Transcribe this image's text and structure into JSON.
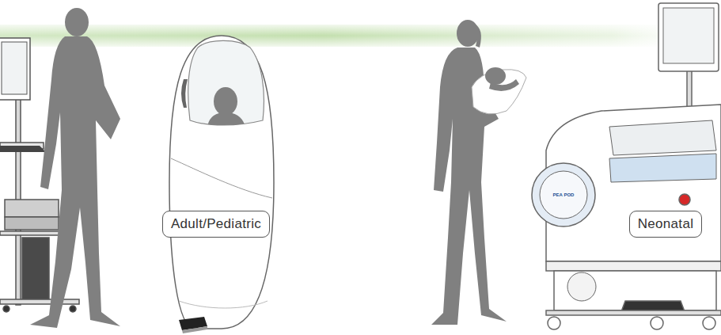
{
  "diagram": {
    "nodes": [
      {
        "text": [
          "Adult/Pediatric"
        ]
      },
      {
        "text": [
          "Neonatal"
        ]
      }
    ],
    "labels": [
      "PEA POD"
    ]
  }
}
